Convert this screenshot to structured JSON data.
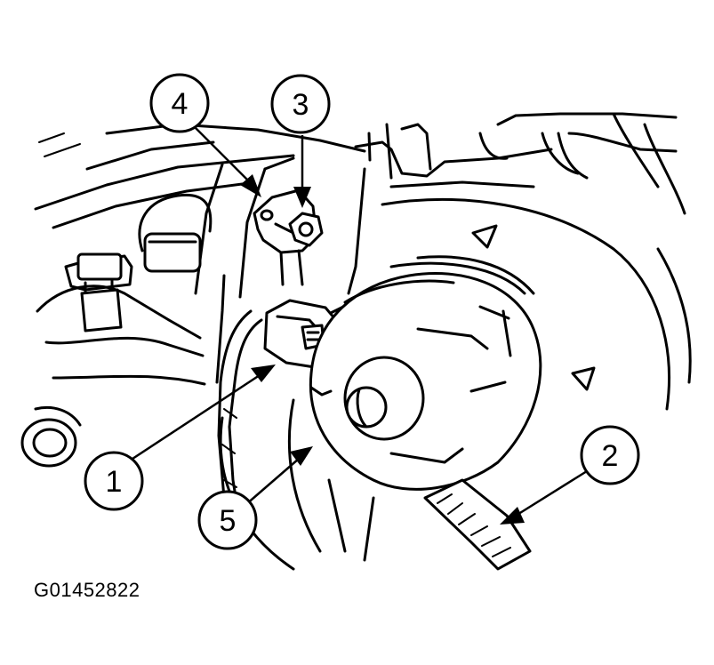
{
  "figure": {
    "code": "G01452822"
  },
  "callouts": [
    {
      "id": "1",
      "label": "1"
    },
    {
      "id": "2",
      "label": "2"
    },
    {
      "id": "3",
      "label": "3"
    },
    {
      "id": "4",
      "label": "4"
    },
    {
      "id": "5",
      "label": "5"
    }
  ]
}
